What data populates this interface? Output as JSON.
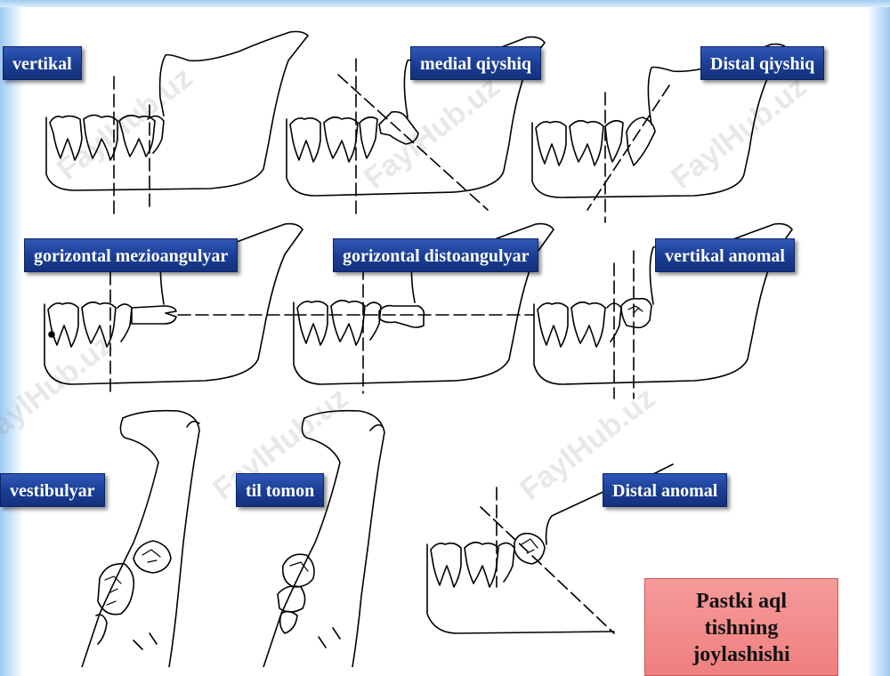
{
  "labels": {
    "vertikal": "vertikal",
    "medial_qiyshiq": "medial qiyshiq",
    "distal_qiyshiq": "Distal qiyshiq",
    "gorizontal_mezioangulyar": "gorizontal mezioangulyar",
    "gorizontal_distoangulyar": "gorizontal distoangulyar",
    "vertikal_anomal": "vertikal anomal",
    "vestibulyar": "vestibulyar",
    "til_tomon": "til tomon",
    "distal_anomal": "Distal anomal"
  },
  "title": {
    "line1": "Pastki aql",
    "line2": "tishning",
    "line3": "joylashishi"
  },
  "watermark": "FaylHub.uz",
  "colors": {
    "label_bg": "#1a3d94",
    "label_text": "#ffffff",
    "title_bg": "#f07f7f",
    "frame": "#9ecaf0",
    "line": "#000000"
  }
}
